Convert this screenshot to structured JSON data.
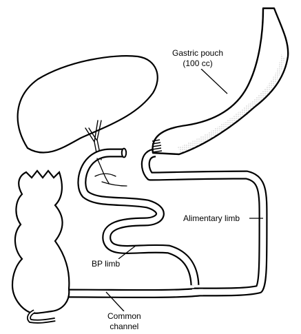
{
  "labels": {
    "gastric_pouch": [
      "Gastric pouch",
      "(100 cc)"
    ],
    "alimentary_limb": "Alimentary limb",
    "bp_limb": "BP limb",
    "common_channel": [
      "Common",
      "channel"
    ]
  },
  "colors": {
    "stroke": "#000000",
    "background": "#ffffff",
    "stipple": "#888888"
  }
}
